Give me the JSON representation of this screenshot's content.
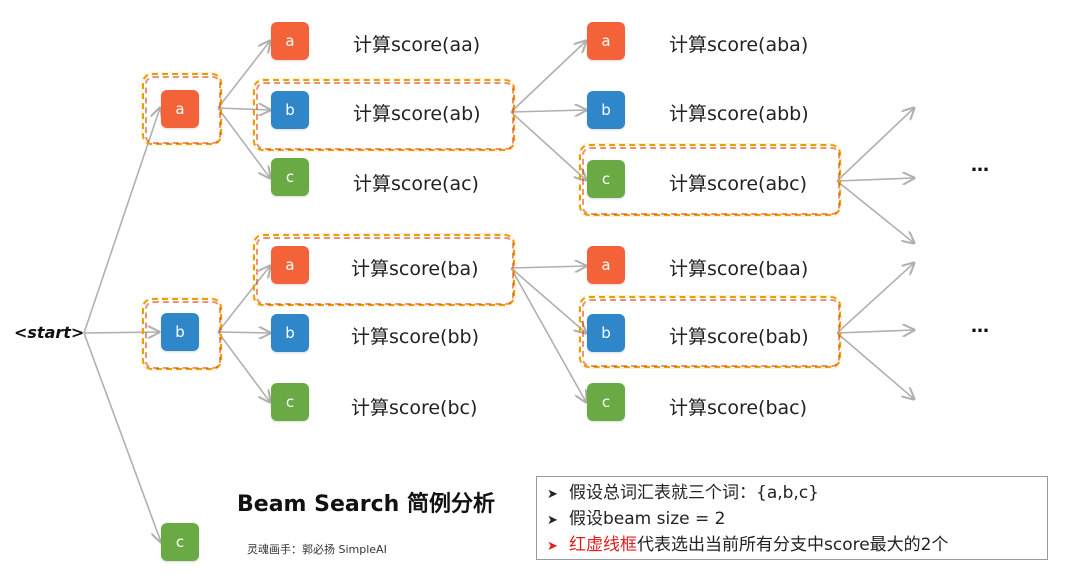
{
  "diagram": {
    "start_label": "<start>",
    "ellipsis": "…",
    "level1": [
      {
        "token": "a",
        "selected": true
      },
      {
        "token": "b",
        "selected": true
      },
      {
        "token": "c",
        "selected": false
      }
    ],
    "level2": [
      {
        "token": "a",
        "score": "计算score(aa)",
        "selected": false
      },
      {
        "token": "b",
        "score": "计算score(ab)",
        "selected": true
      },
      {
        "token": "c",
        "score": "计算score(ac)",
        "selected": false
      },
      {
        "token": "a",
        "score": "计算score(ba)",
        "selected": true
      },
      {
        "token": "b",
        "score": "计算score(bb)",
        "selected": false
      },
      {
        "token": "c",
        "score": "计算score(bc)",
        "selected": false
      }
    ],
    "level3": [
      {
        "token": "a",
        "score": "计算score(aba)",
        "selected": false
      },
      {
        "token": "b",
        "score": "计算score(abb)",
        "selected": false
      },
      {
        "token": "c",
        "score": "计算score(abc)",
        "selected": true
      },
      {
        "token": "a",
        "score": "计算score(baa)",
        "selected": false
      },
      {
        "token": "b",
        "score": "计算score(bab)",
        "selected": true
      },
      {
        "token": "c",
        "score": "计算score(bac)",
        "selected": false
      }
    ],
    "title": "Beam Search 简例分析",
    "credit": "灵魂画手：郭必扬  SimpleAI",
    "notes": [
      {
        "text": "假设总词汇表就三个词：{a,b,c}"
      },
      {
        "text": "假设beam size = 2"
      },
      {
        "highlight": "红虚线框",
        "text": "代表选出当前所有分支中score最大的2个"
      }
    ],
    "colors": {
      "token_a": "#f4623a",
      "token_b": "#2f87c9",
      "token_c": "#6aaa45",
      "selection_border": "#e8a000",
      "highlight_text": "#e02020",
      "edge": "#b0b0b0"
    }
  }
}
